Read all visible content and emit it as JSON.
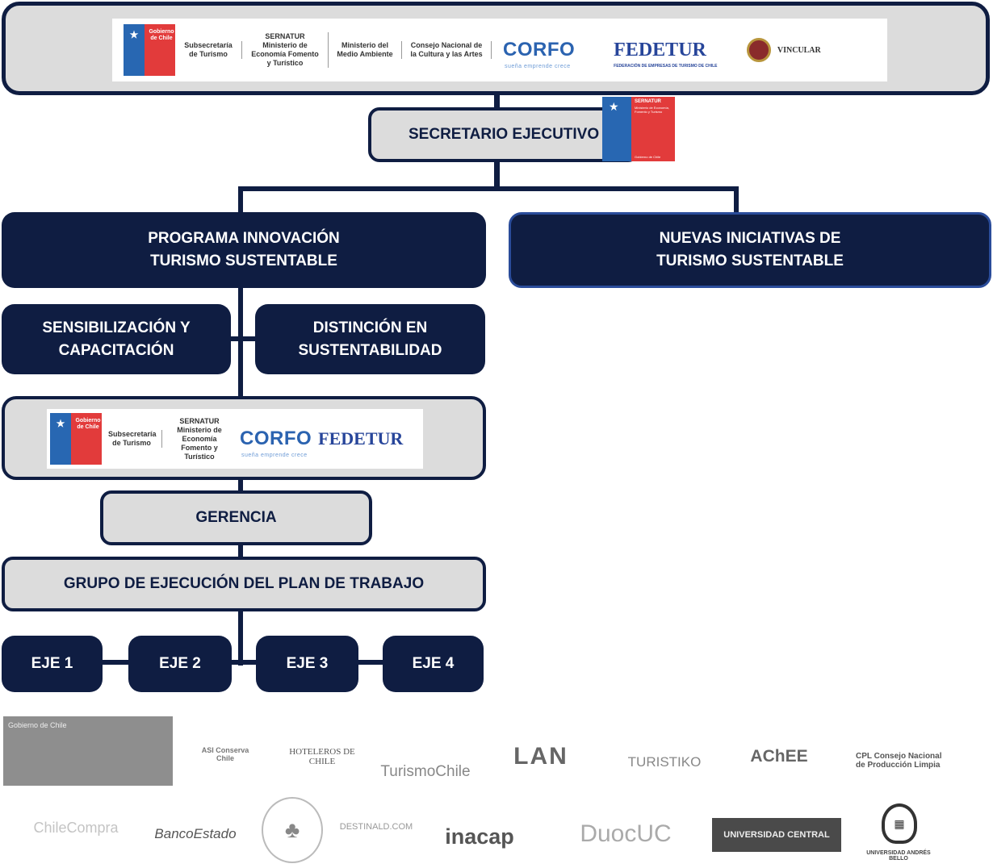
{
  "top_logos": {
    "gobierno": "Gobierno de Chile",
    "subsecretaria": "Subsecretaría de Turismo",
    "sernatur": "SERNATUR Ministerio de Economía Fomento y Turístico",
    "ministerio_ambiente": "Ministerio del Medio Ambiente",
    "consejo_cultura": "Consejo Nacional de la Cultura y las Artes",
    "corfo": "CORFO",
    "corfo_tagline": "sueña emprende crece",
    "fedetur": "FEDETUR",
    "fedetur_tagline": "FEDERACIÓN DE EMPRESAS DE TURISMO DE CHILE",
    "vincular": "VINCULAR"
  },
  "secretario": {
    "label": "SECRETARIO EJECUTIVO",
    "logo_title": "SERNATUR",
    "logo_sub": "Ministerio de Economía, Fomento y Turismo",
    "logo_footer": "Gobierno de Chile"
  },
  "programa": {
    "line1": "PROGRAMA INNOVACIÓN",
    "line2": "TURISMO SUSTENTABLE"
  },
  "nuevas": {
    "line1": "NUEVAS INICIATIVAS DE",
    "line2": "TURISMO SUSTENTABLE"
  },
  "sensibilizacion": {
    "line1": "SENSIBILIZACIÓN Y",
    "line2": "CAPACITACIÓN"
  },
  "distincion": {
    "line1": "DISTINCIÓN EN",
    "line2": "SUSTENTABILIDAD"
  },
  "mid_logos": {
    "gobierno": "Gobierno de Chile",
    "subsecretaria": "Subsecretaría de Turismo",
    "sernatur": "SERNATUR Ministerio de Economía Fomento y Turístico",
    "corfo": "CORFO",
    "corfo_tagline": "sueña emprende crece",
    "fedetur": "FEDETUR"
  },
  "gerencia": "GERENCIA",
  "grupo": "GRUPO DE EJECUCIÓN DEL PLAN DE TRABAJO",
  "ejes": [
    "EJE 1",
    "EJE 2",
    "EJE 3",
    "EJE 4"
  ],
  "sponsors_row1": [
    "Gobierno de Chile",
    "ASI Conserva Chile",
    "HOTELEROS DE CHILE",
    "TurismoChile",
    "LAN",
    "TURISTIKO",
    "AChEE",
    "CPL Consejo Nacional de Producción Limpia"
  ],
  "sponsors_row2": [
    "ChileCompra",
    "BancoEstado",
    "DESTINALD.COM",
    "inacap",
    "DuocUC",
    "UNIVERSIDAD CENTRAL",
    "UNIVERSIDAD ANDRÉS BELLO"
  ]
}
